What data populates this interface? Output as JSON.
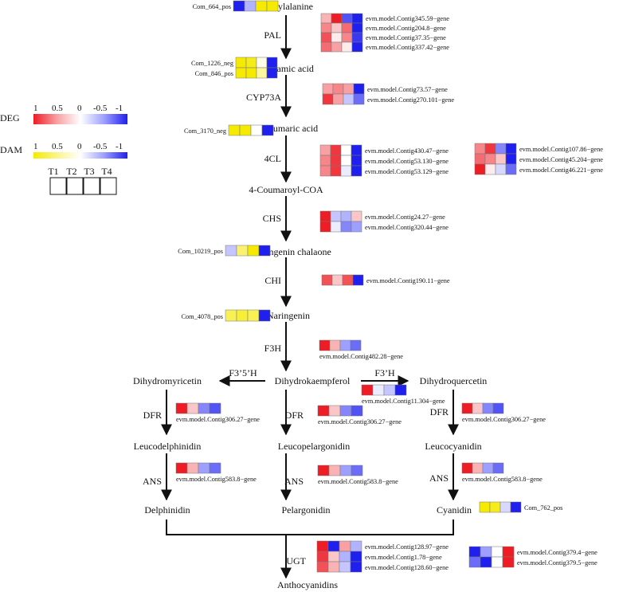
{
  "colors": {
    "deg_scale": [
      "#ee1c25",
      "#f8a0a3",
      "#ffffff",
      "#9ea0ff",
      "#1f1fee"
    ],
    "dam_scale": [
      "#f5ea00",
      "#fbf48a",
      "#ffffff",
      "#9ea0ff",
      "#1f1fee"
    ],
    "arrow": "#111111",
    "cell_border": "#777777"
  },
  "legend": {
    "deg_label": "DEG",
    "dam_label": "DAM",
    "deg_ticks": [
      "1",
      "0.5",
      "0",
      "-0.5",
      "-1"
    ],
    "dam_ticks": [
      "1",
      "0.5",
      "0",
      "-0.5",
      "-1"
    ],
    "columns": [
      "T1",
      "T2",
      "T3",
      "T4"
    ]
  },
  "compounds": {
    "phenylalanine": "Phenylalanine",
    "cinnamic": "Cinnamic acid",
    "coumaric_prefix": "p",
    "coumaric_rest": "-Coumaric acid",
    "coumaroyl": "4-Coumaroyl-COA",
    "chalcone": "Naringenin chalaone",
    "naringenin": "Naringenin",
    "dihydromyricetin": "Dihydromyricetin",
    "dihydrokaempferol": "Dihydrokaempferol",
    "dihydroquercetin": "Dihydroquercetin",
    "leucodelphinidin": "Leucodelphinidin",
    "leucopelargonidin": "Leucopelargonidin",
    "leucocyanidin": "Leucocyanidin",
    "delphinidin": "Delphinidin",
    "pelargonidin": "Pelargonidin",
    "cyanidin": "Cyanidin",
    "anthocyanidins": "Anthocyanidins"
  },
  "enzymes": {
    "pal": "PAL",
    "cyp73a": "CYP73A",
    "fourcl": "4CL",
    "chs": "CHS",
    "chi": "CHI",
    "f3h": "F3H",
    "f35h": "F3’5’H",
    "f3ph": "F3’H",
    "dfr_left": "DFR",
    "dfr_mid": "DFR",
    "dfr_right": "DFR",
    "ans_left": "ANS",
    "ans_mid": "ANS",
    "ans_right": "ANS",
    "ugt": "UGT"
  },
  "heatmaps": [
    {
      "id": "dam-664",
      "type": "DAM",
      "rows": [
        {
          "label": "Com_664_pos",
          "values": [
            -1,
            -0.4,
            1,
            1
          ]
        }
      ]
    },
    {
      "id": "pal",
      "type": "DEG",
      "rows": [
        {
          "label": "evm.model.Contig345.59−gene",
          "values": [
            0.4,
            1,
            -0.8,
            -1
          ]
        },
        {
          "label": "evm.model.Contig204.8−gene",
          "values": [
            0.6,
            0.3,
            0.7,
            -1
          ]
        },
        {
          "label": "evm.model.Contig37.35−gene",
          "values": [
            0.8,
            0.1,
            0.6,
            -0.9
          ]
        },
        {
          "label": "evm.model.Contig337.42−gene",
          "values": [
            0.7,
            0.5,
            0.1,
            -1
          ]
        }
      ]
    },
    {
      "id": "dam-cinnamic",
      "type": "DAM",
      "rows": [
        {
          "label": "Com_1226_neg",
          "values": [
            1,
            0.9,
            0.1,
            -1
          ]
        },
        {
          "label": "Com_846_pos",
          "values": [
            1,
            1,
            0.4,
            -1
          ]
        }
      ]
    },
    {
      "id": "cyp73a",
      "type": "DEG",
      "rows": [
        {
          "label": "evm.model.Contig73.57−gene",
          "values": [
            0.5,
            0.6,
            0.5,
            -1
          ]
        },
        {
          "label": "evm.model.Contig270.101−gene",
          "values": [
            0.9,
            0.5,
            -0.3,
            -0.7
          ]
        }
      ]
    },
    {
      "id": "dam-3170",
      "type": "DAM",
      "rows": [
        {
          "label": "Com_3170_neg",
          "values": [
            1,
            1,
            0,
            -1
          ]
        }
      ]
    },
    {
      "id": "4cl-a",
      "type": "DEG",
      "rows": [
        {
          "label": "evm.model.Contig430.47−gene",
          "values": [
            0.5,
            0.9,
            0,
            -1
          ]
        },
        {
          "label": "evm.model.Contig53.130−gene",
          "values": [
            0.6,
            0.9,
            0,
            -1
          ]
        },
        {
          "label": "evm.model.Contig53.129−gene",
          "values": [
            0.6,
            0.9,
            -0.1,
            -1
          ]
        }
      ]
    },
    {
      "id": "4cl-b",
      "type": "DEG",
      "rows": [
        {
          "label": "evm.model.Contig107.86−gene",
          "values": [
            0.6,
            0.9,
            -0.6,
            -1
          ]
        },
        {
          "label": "evm.model.Contig45.204−gene",
          "values": [
            0.7,
            0.6,
            0.3,
            -1
          ]
        },
        {
          "label": "evm.model.Contig46.221−gene",
          "values": [
            1,
            0.1,
            -0.2,
            -0.7
          ]
        }
      ]
    },
    {
      "id": "chs",
      "type": "DEG",
      "rows": [
        {
          "label": "evm.model.Contig24.27−gene",
          "values": [
            1,
            -0.3,
            -0.4,
            0.3
          ]
        },
        {
          "label": "evm.model.Contig320.44−gene",
          "values": [
            1,
            -0.1,
            -0.6,
            -0.5
          ]
        }
      ]
    },
    {
      "id": "dam-10219",
      "type": "DAM",
      "rows": [
        {
          "label": "Com_10219_pos",
          "values": [
            -0.3,
            0.6,
            1,
            -1
          ]
        }
      ]
    },
    {
      "id": "chi",
      "type": "DEG",
      "rows": [
        {
          "label": "evm.model.Contig190.11−gene",
          "values": [
            0.8,
            0.3,
            0.8,
            -1
          ]
        }
      ]
    },
    {
      "id": "dam-4078",
      "type": "DAM",
      "rows": [
        {
          "label": "Com_4078_pos",
          "values": [
            0.7,
            0.8,
            0.7,
            -1
          ]
        }
      ]
    },
    {
      "id": "f3h",
      "type": "DEG",
      "rows": [
        {
          "label": "evm.model.Contig482.28−gene",
          "values": [
            1,
            0.4,
            -0.5,
            -0.7
          ]
        }
      ]
    },
    {
      "id": "f3ph",
      "type": "DEG",
      "rows": [
        {
          "label": "evm.model.Contig11.304−gene",
          "values": [
            1,
            -0.1,
            -0.3,
            -1
          ]
        }
      ]
    },
    {
      "id": "dfr-left",
      "type": "DEG",
      "rows": [
        {
          "label": "evm.model.Contig306.27−gene",
          "values": [
            1,
            0.3,
            -0.6,
            -0.8
          ]
        }
      ]
    },
    {
      "id": "dfr-mid",
      "type": "DEG",
      "rows": [
        {
          "label": "evm.model.Contig306.27−gene",
          "values": [
            1,
            0.3,
            -0.6,
            -0.8
          ]
        }
      ]
    },
    {
      "id": "dfr-right",
      "type": "DEG",
      "rows": [
        {
          "label": "evm.model.Contig306.27−gene",
          "values": [
            1,
            0.3,
            -0.6,
            -0.8
          ]
        }
      ]
    },
    {
      "id": "ans-left",
      "type": "DEG",
      "rows": [
        {
          "label": "evm.model.Contig583.8−gene",
          "values": [
            1,
            0.4,
            -0.5,
            -0.7
          ]
        }
      ]
    },
    {
      "id": "ans-mid",
      "type": "DEG",
      "rows": [
        {
          "label": "evm.model.Contig583.8−gene",
          "values": [
            1,
            0.4,
            -0.5,
            -0.7
          ]
        }
      ]
    },
    {
      "id": "ans-right",
      "type": "DEG",
      "rows": [
        {
          "label": "evm.model.Contig583.8−gene",
          "values": [
            1,
            0.4,
            -0.5,
            -0.7
          ]
        }
      ]
    },
    {
      "id": "dam-762",
      "type": "DAM",
      "rows": [
        {
          "label": "Com_762_pos",
          "values": [
            1,
            0.9,
            -0.2,
            -1
          ]
        }
      ]
    },
    {
      "id": "ugt-a",
      "type": "DEG",
      "rows": [
        {
          "label": "evm.model.Contig128.97−gene",
          "values": [
            1,
            -1,
            0.5,
            -0.4
          ]
        },
        {
          "label": "evm.model.Contig1.78−gene",
          "values": [
            0.9,
            0.3,
            -0.4,
            -1
          ]
        },
        {
          "label": "evm.model.Contig128.60−gene",
          "values": [
            0.8,
            0.4,
            -0.3,
            -1
          ]
        }
      ]
    },
    {
      "id": "ugt-b",
      "type": "DEG",
      "rows": [
        {
          "label": "evm.model.Contig379.4−gene",
          "values": [
            -1,
            -0.5,
            0,
            1
          ]
        },
        {
          "label": "evm.model.Contig379.5−gene",
          "values": [
            -0.7,
            -1,
            0,
            1
          ]
        }
      ]
    }
  ]
}
